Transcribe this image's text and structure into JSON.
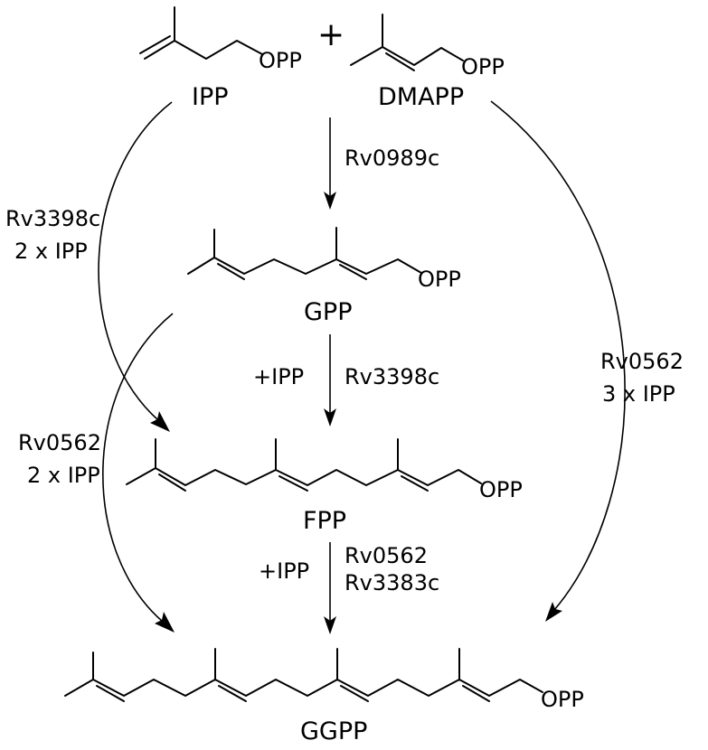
{
  "title": "",
  "plus_sign": "+",
  "compounds": {
    "ipp": "IPP",
    "dmapp": "DMAPP",
    "gpp": "GPP",
    "fpp": "FPP",
    "ggpp": "GGPP"
  },
  "groups": {
    "ipp_opp": "OPP",
    "dmapp_opp": "OPP",
    "gpp_opp": "OPP",
    "fpp_opp": "OPP",
    "ggpp_opp": "OPP"
  },
  "reactions": {
    "dmapp_to_gpp": {
      "enzyme": "Rv0989c"
    },
    "gpp_to_fpp": {
      "cofactor": "+IPP",
      "enzyme": "Rv3398c"
    },
    "fpp_to_ggpp": {
      "cofactor": "+IPP",
      "enzyme_1": "Rv0562",
      "enzyme_2": "Rv3383c"
    },
    "ipp_to_fpp": {
      "enzyme": "Rv3398c",
      "cofactor": "2 x IPP"
    },
    "gpp_to_ggpp": {
      "enzyme": "Rv0562",
      "cofactor": "2 x IPP"
    },
    "dmapp_to_ggpp": {
      "enzyme": "Rv0562",
      "cofactor": "3 x IPP"
    }
  }
}
